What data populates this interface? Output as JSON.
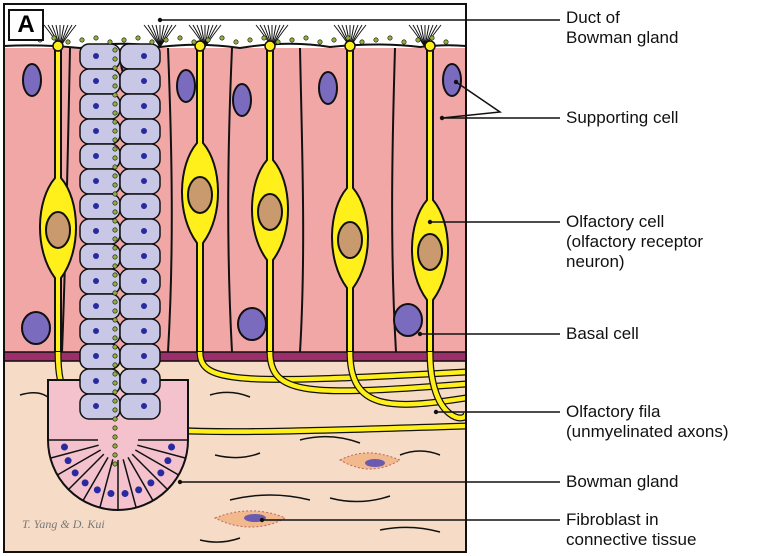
{
  "panel_letter": "A",
  "signature": "T. Yang & D. Kui",
  "labels": {
    "duct": [
      "Duct of",
      "Bowman gland"
    ],
    "supporting": [
      "Supporting cell"
    ],
    "olfactory_cell": [
      "Olfactory cell",
      "(olfactory receptor",
      "neuron)"
    ],
    "basal": [
      "Basal cell"
    ],
    "fila": [
      "Olfactory fila",
      "(unmyelinated axons)"
    ],
    "bowman": [
      "Bowman gland"
    ],
    "fibroblast": [
      "Fibroblast in",
      "connective tissue"
    ]
  },
  "colors": {
    "epithelium": "#f2a7a7",
    "connective_tissue": "#f6dcc6",
    "basement_membrane": "#9c2f6b",
    "receptor_neuron": "#ffef1a",
    "neuron_nucleus": "#c89a6e",
    "supporting_nucleus": "#7b6bbf",
    "duct_cell": "#c8c8e6",
    "gland_cell": "#f3c2cc",
    "gland_nucleus": "#2a2aa0",
    "secretion_granule": "#8fae3b",
    "outline": "#111111"
  }
}
